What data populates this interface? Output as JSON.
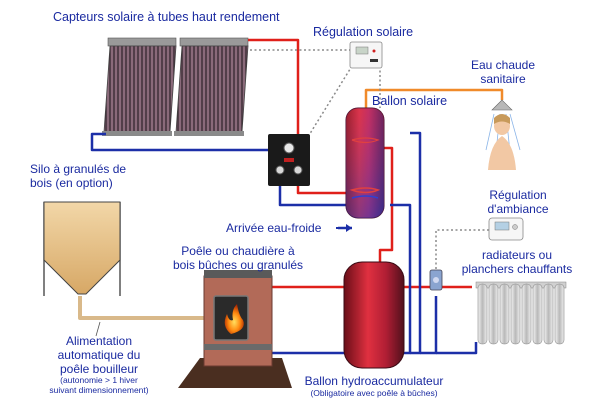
{
  "labels": {
    "collectors": "Capteurs solaire à tubes haut rendement",
    "solar_regulation": "Régulation solaire",
    "hot_water_line1": "Eau chaude",
    "hot_water_line2": "sanitaire",
    "solar_tank": "Ballon solaire",
    "silo_line1": "Silo à granulés de",
    "silo_line2": "bois (en option)",
    "cold_water_inlet": "Arrivée eau-froide",
    "room_regulation_line1": "Régulation",
    "room_regulation_line2": "d'ambiance",
    "stove_line1": "Poêle ou chaudière à",
    "stove_line2": "bois bûches ou granulés",
    "radiators_line1": "radiateurs ou",
    "radiators_line2": "planchers chauffants",
    "feed_line1": "Alimentation",
    "feed_line2": "automatique du",
    "feed_line3": "poêle bouilleur",
    "feed_note_line1": "(autonomie > 1 hiver",
    "feed_note_line2": "suivant dimensionnement)",
    "buffer_tank": "Ballon hydroaccumulateur",
    "buffer_note": "(Obligatoire avec poêle à bûches)"
  },
  "colors": {
    "label_text": "#1a2aa0",
    "hot_pipe": "#e0201a",
    "cold_pipe": "#1c2fa8",
    "dhw_pipe": "#f08a2a",
    "signal_line": "#8a8a8a",
    "feed_pipe": "#d9b98a"
  }
}
